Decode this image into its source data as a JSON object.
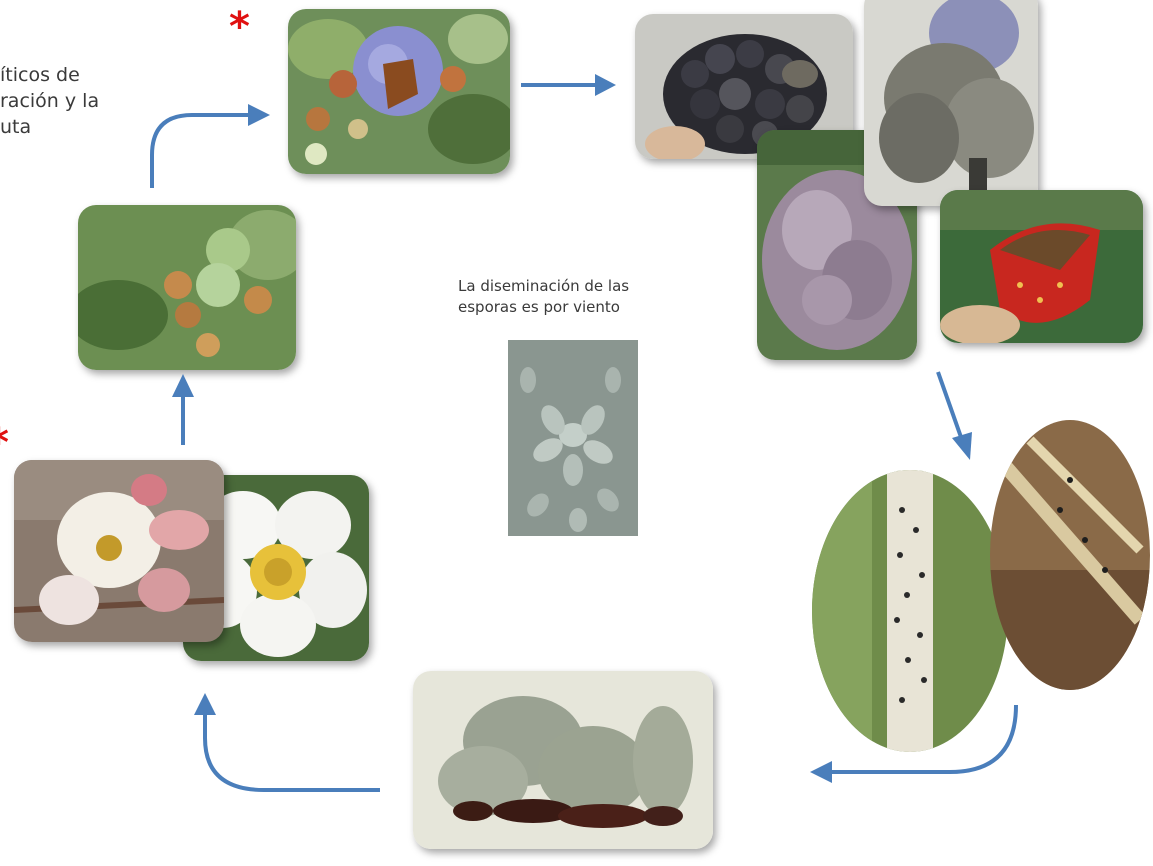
{
  "intro_lines": [
    "íticos de",
    "ración y la",
    "uta"
  ],
  "spread_caption": [
    "La diseminación de las",
    "esporas es por viento"
  ],
  "asterisk": "*",
  "colors": {
    "arrow": "#4a7ebb",
    "asterisk": "#e01010",
    "text": "#3a3a3a"
  },
  "images": [
    "blueberry-with-mold-icon",
    "moldy-blackberry-cluster-icon",
    "gray-fuzzy-mold-berries-icon",
    "mold-covered-fruit-icon",
    "rotting-strawberry-icon",
    "green-unripe-blueberries-icon",
    "blueberry-flowers-icon",
    "strawberry-flower-icon",
    "spore-micrograph-icon",
    "sclerotia-on-stem-icon",
    "sclerotia-on-wood-icon",
    "culture-colony-icon"
  ]
}
